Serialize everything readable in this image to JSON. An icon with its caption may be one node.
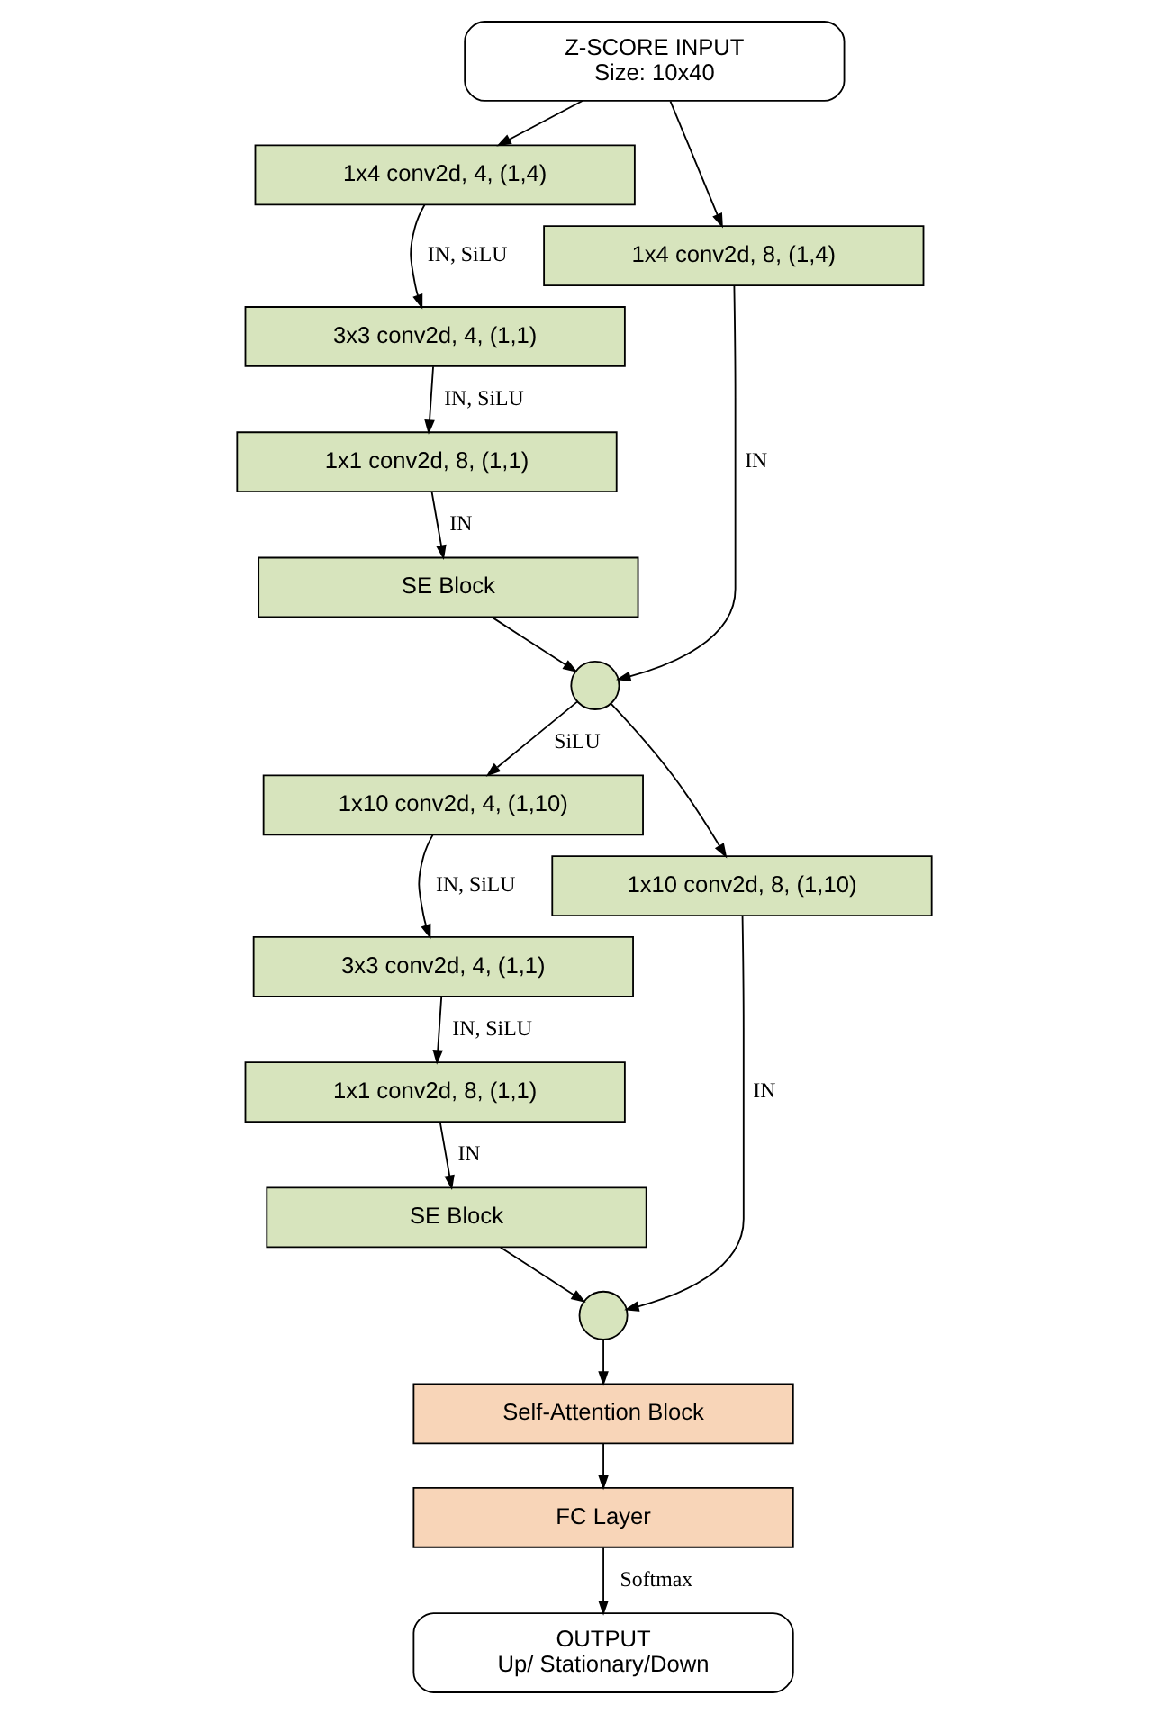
{
  "diagram": {
    "nodes": [
      {
        "text": [
          "Z-SCORE INPUT",
          "Size: 10x40"
        ]
      },
      {
        "text": [
          "1x4 conv2d, 4, (1,4)"
        ]
      },
      {
        "text": [
          "3x3 conv2d, 4, (1,1)"
        ]
      },
      {
        "text": [
          "1x4 conv2d, 8, (1,4)"
        ]
      },
      {
        "text": [
          "1x1 conv2d, 8, (1,1)"
        ]
      },
      {
        "text": [
          "SE Block"
        ]
      },
      {
        "text": [],
        "shape": "circle"
      },
      {
        "text": [
          "1x10 conv2d, 4, (1,10)"
        ]
      },
      {
        "text": [
          "3x3 conv2d, 4, (1,1)"
        ]
      },
      {
        "text": [
          "1x10 conv2d, 8, (1,10)"
        ]
      },
      {
        "text": [
          "1x1 conv2d, 8, (1,1)"
        ]
      },
      {
        "text": [
          "SE Block"
        ]
      },
      {
        "text": [],
        "shape": "circle"
      },
      {
        "text": [
          "Self-Attention Block"
        ]
      },
      {
        "text": [
          "FC Layer"
        ]
      },
      {
        "text": [
          "OUTPUT",
          "Up/ Stationary/Down"
        ]
      }
    ],
    "edges": [
      {
        "from": 0,
        "to": 1,
        "arrow": "to"
      },
      {
        "from": 0,
        "to": 3,
        "arrow": "to"
      },
      {
        "from": 1,
        "to": 2,
        "arrow": "to",
        "label": "IN, SiLU"
      },
      {
        "from": 2,
        "to": 4,
        "arrow": "to",
        "label": "IN, SiLU"
      },
      {
        "from": 4,
        "to": 5,
        "arrow": "to",
        "label": "IN"
      },
      {
        "from": 3,
        "to": 6,
        "arrow": "to",
        "label": "IN"
      },
      {
        "from": 5,
        "to": 6,
        "arrow": "to"
      },
      {
        "from": 6,
        "to": 7,
        "arrow": "to",
        "label": "SiLU"
      },
      {
        "from": 6,
        "to": 9,
        "arrow": "to"
      },
      {
        "from": 7,
        "to": 8,
        "arrow": "to",
        "label": "IN, SiLU"
      },
      {
        "from": 8,
        "to": 10,
        "arrow": "to",
        "label": "IN, SiLU"
      },
      {
        "from": 10,
        "to": 11,
        "arrow": "to",
        "label": "IN"
      },
      {
        "from": 9,
        "to": 12,
        "arrow": "to",
        "label": "IN"
      },
      {
        "from": 11,
        "to": 12,
        "arrow": "to"
      },
      {
        "from": 12,
        "to": 13,
        "arrow": "to"
      },
      {
        "from": 13,
        "to": 14,
        "arrow": "to"
      },
      {
        "from": 14,
        "to": 15,
        "arrow": "to",
        "label": "Softmax"
      }
    ]
  }
}
